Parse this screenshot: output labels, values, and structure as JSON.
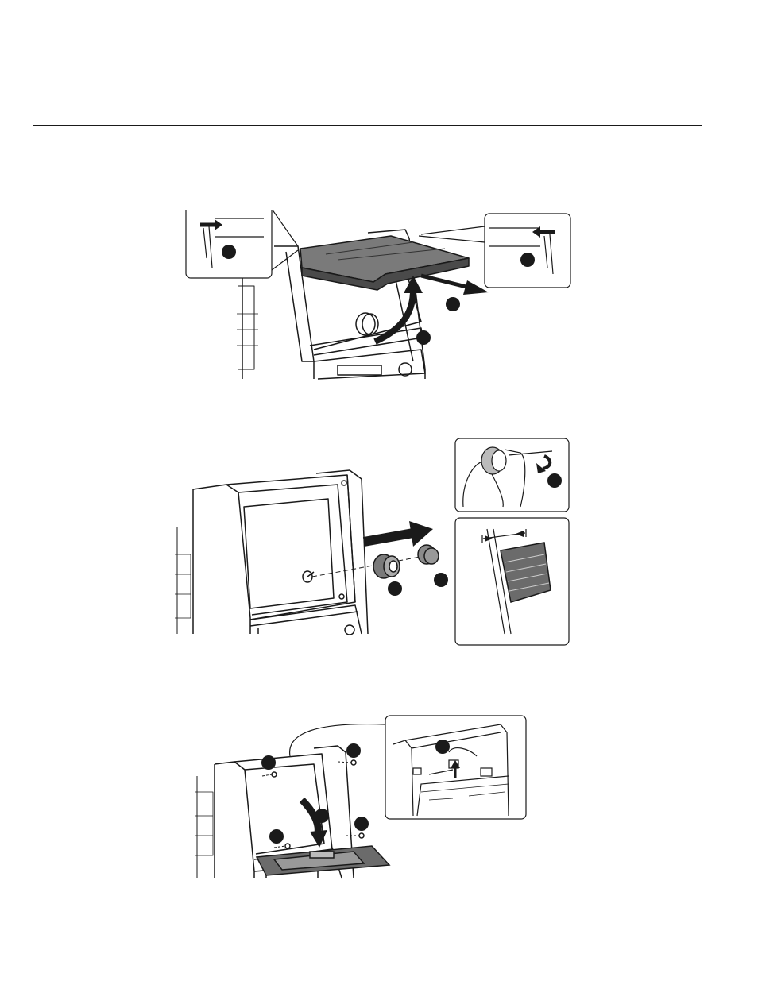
{
  "colors": {
    "ink": "#1a1a1a",
    "callout": "#1a1a1a",
    "panel_fill": "#6b6b6b",
    "part_fill": "#7a7a7a"
  },
  "figures": [
    {
      "name": "remove-output-tray",
      "callouts": 4
    },
    {
      "name": "remove-knob-and-cap",
      "callouts": 3
    },
    {
      "name": "remove-control-panel",
      "callouts": 5
    }
  ]
}
